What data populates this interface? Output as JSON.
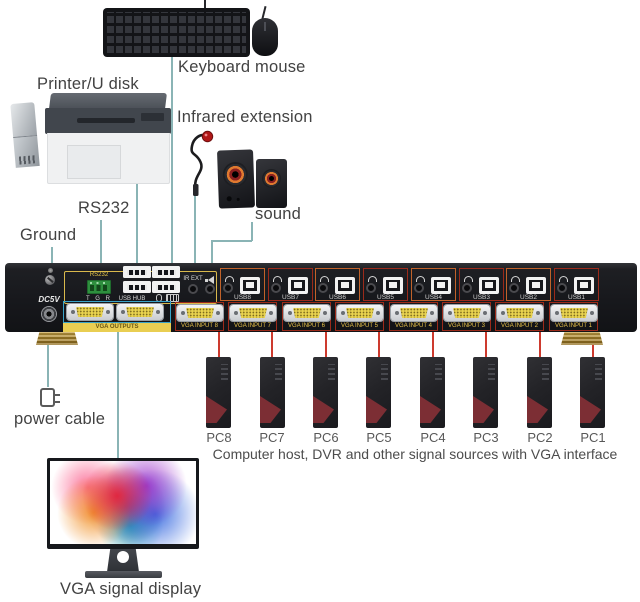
{
  "labels": {
    "keyboard_mouse": "Keyboard mouse",
    "printer_udisk": "Printer/U disk",
    "infrared": "Infrared extension",
    "sound": "sound",
    "rs232": "RS232",
    "ground": "Ground",
    "power_cable": "power cable",
    "vga_display": "VGA signal display"
  },
  "device": {
    "dc5v": "DC5V",
    "rs232_label": "RS232",
    "rs232_pins": "T G R",
    "usb_hub": "USB HUB",
    "ir_ext": "IR EXT",
    "vga_outputs": "VGA OUTPUTS",
    "usb_ports": [
      "USB8",
      "USB7",
      "USB6",
      "USB5",
      "USB4",
      "USB3",
      "USB2",
      "USB1"
    ],
    "vga_inputs": [
      "VGA INPUT 8",
      "VGA INPUT 7",
      "VGA INPUT 6",
      "VGA INPUT 5",
      "VGA INPUT 4",
      "VGA INPUT 3",
      "VGA INPUT 2",
      "VGA INPUT 1"
    ]
  },
  "pcs": [
    "PC8",
    "PC7",
    "PC6",
    "PC5",
    "PC4",
    "PC3",
    "PC2",
    "PC1"
  ],
  "caption": "Computer host, DVR and other signal sources with VGA interface",
  "icons": {
    "ground_screw": "screw-icon",
    "audio_jack": "round-jack",
    "headphone": "headphone-arc",
    "speaker": "triangle-speaker",
    "mouse": "mouse-outline",
    "keyboard": "keyboard-outline"
  },
  "colors": {
    "line_teal": "#8ab4b5",
    "line_red": "#cd3a2e",
    "box_yellow": "#d9b94c",
    "box_blue": "#39a3c9",
    "box_red": "#9b2a1a",
    "box_orange": "#c1622a",
    "vga_yellow": "#e9d34f",
    "device_black": "#17181c",
    "foot_gold": "#b08a2e"
  }
}
